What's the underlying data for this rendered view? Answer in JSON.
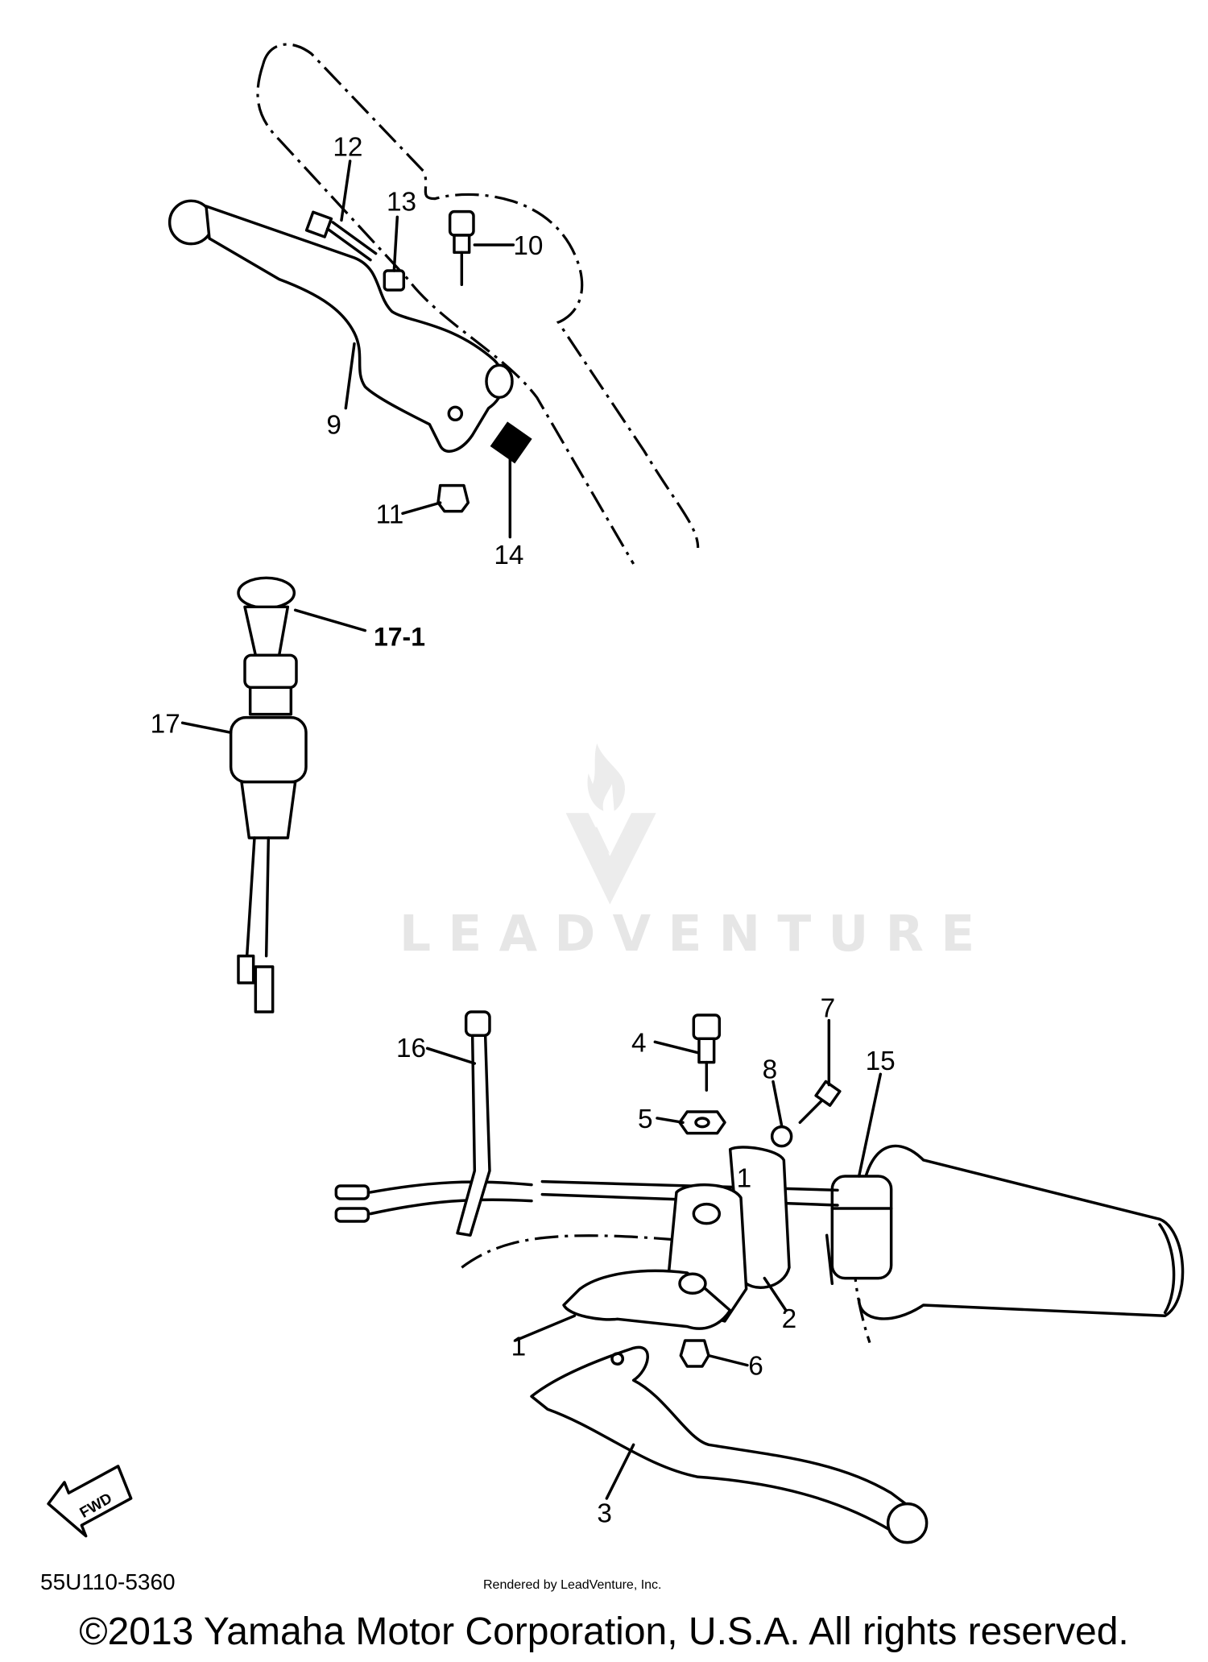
{
  "diagram": {
    "callouts": [
      "1",
      "1",
      "2",
      "3",
      "4",
      "5",
      "6",
      "7",
      "8",
      "9",
      "10",
      "11",
      "12",
      "13",
      "14",
      "15",
      "16",
      "17",
      "17-1"
    ],
    "fwd_label": "FWD",
    "part_code": "55U110-5360"
  },
  "watermark": {
    "text": "LEADVENTURE"
  },
  "footer": {
    "copyright": "©2013 Yamaha Motor Corporation, U.S.A. All rights reserved.",
    "rendered_by": "Rendered by LeadVenture, Inc."
  }
}
